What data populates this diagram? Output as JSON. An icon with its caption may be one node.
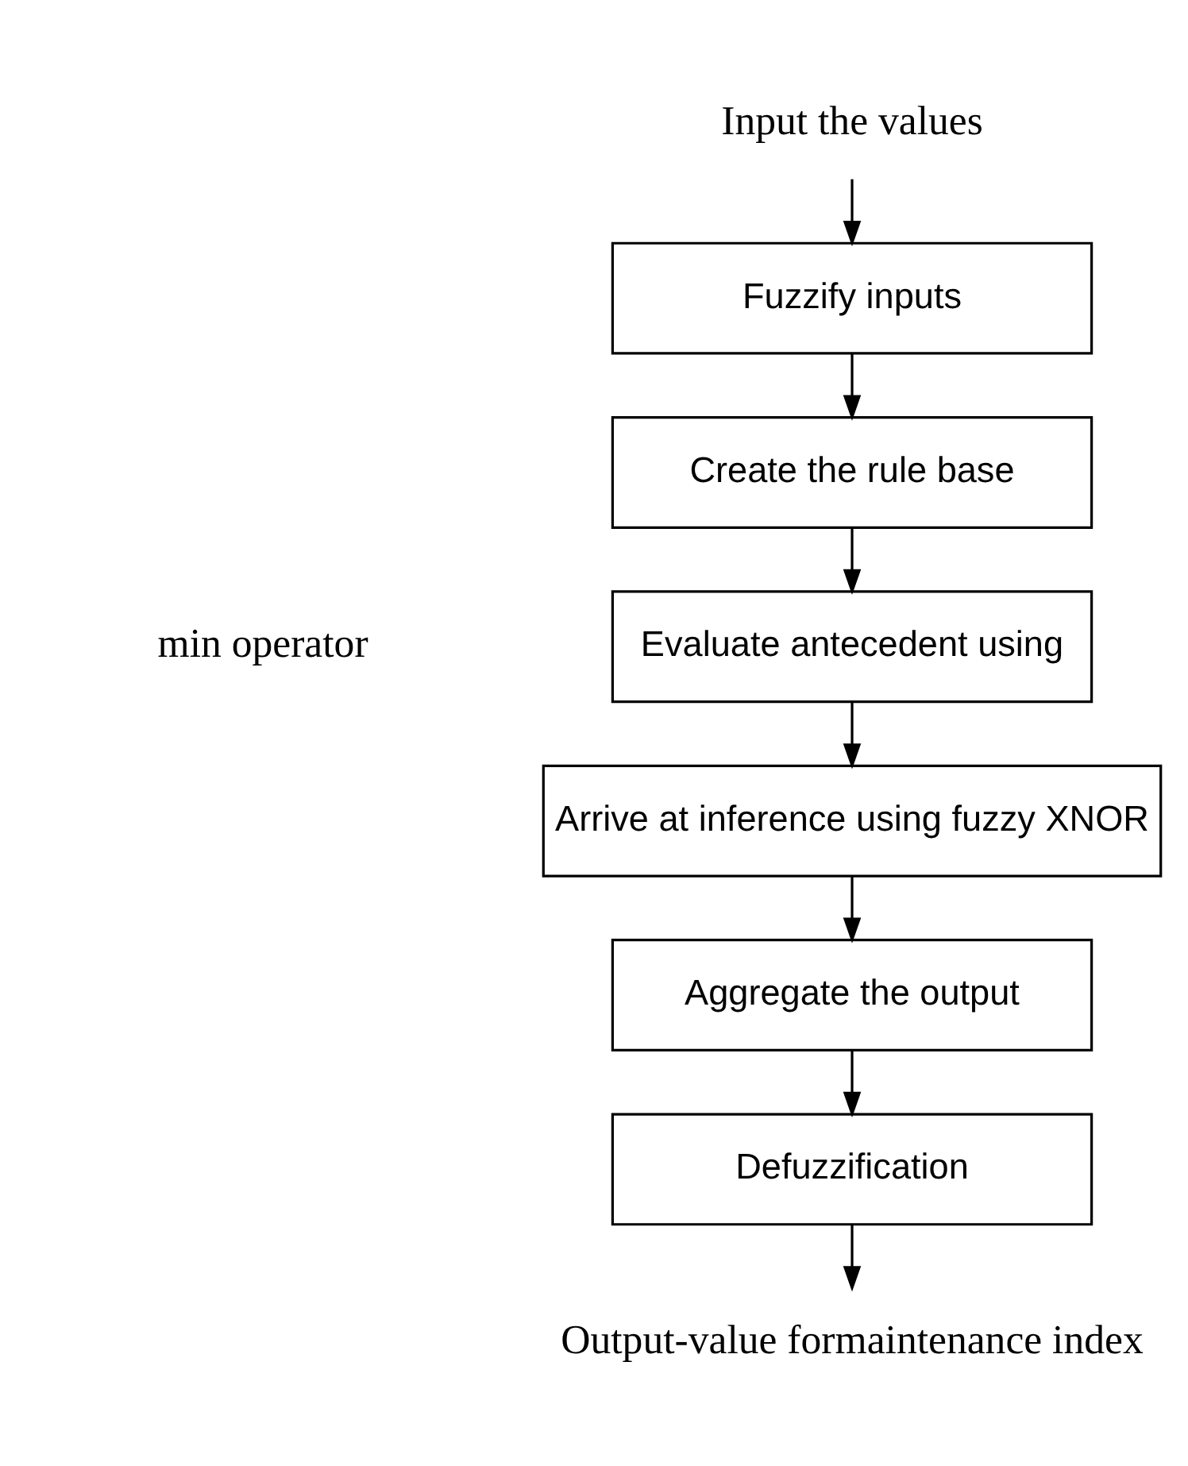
{
  "diagram": {
    "nodes": [
      {
        "text": [
          "Input the values"
        ]
      },
      {
        "text": [
          "Fuzzify inputs"
        ]
      },
      {
        "text": [
          "Create the rule base"
        ]
      },
      {
        "text": [
          "Evaluate antecedent using"
        ]
      },
      {
        "text": [
          "Arrive at inference using fuzzy XNOR"
        ]
      },
      {
        "text": [
          "Aggregate the output"
        ]
      },
      {
        "text": [
          "Defuzzification"
        ]
      },
      {
        "text": [
          "Output-value formaintenance index"
        ]
      }
    ],
    "edges": [
      {
        "from": 0,
        "to": 1,
        "arrow": "to"
      },
      {
        "from": 1,
        "to": 2,
        "arrow": "to"
      },
      {
        "from": 2,
        "to": 3,
        "arrow": "to"
      },
      {
        "from": 3,
        "to": 4,
        "arrow": "to"
      },
      {
        "from": 4,
        "to": 5,
        "arrow": "to"
      },
      {
        "from": 5,
        "to": 6,
        "arrow": "to"
      },
      {
        "from": 6,
        "to": 7,
        "arrow": "to"
      }
    ],
    "labels": [
      "min operator"
    ]
  }
}
